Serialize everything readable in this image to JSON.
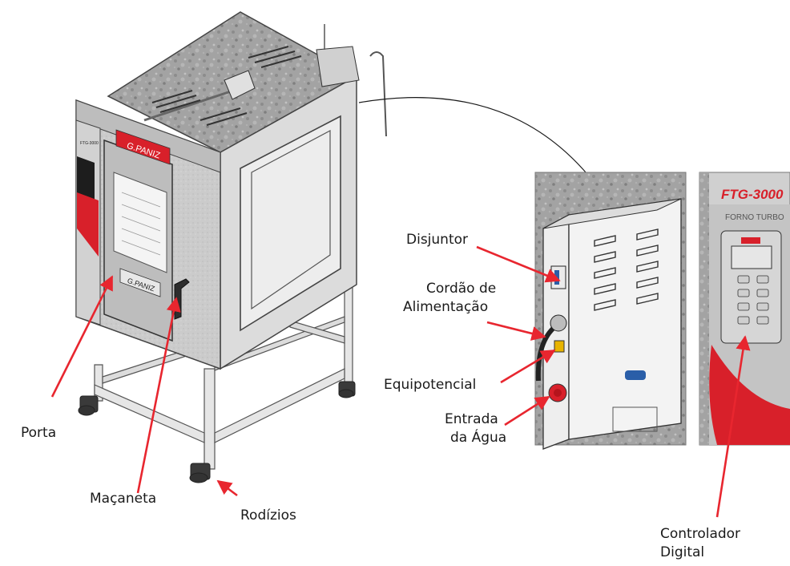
{
  "labels": {
    "porta": "Porta",
    "macaneta": "Maçaneta",
    "rodizios": "Rodízios",
    "disjuntor": "Disjuntor",
    "cordao_line1": "Cordão de",
    "cordao_line2": "Alimentação",
    "equipotencial": "Equipotencial",
    "entrada_line1": "Entrada",
    "entrada_line2": "da Água",
    "controlador_line1": "Controlador",
    "controlador_line2": "Digital"
  },
  "oven": {
    "brand_plate": "G.PANIZ",
    "door_plate": "G.PANIZ",
    "side_model": "FTG-3000"
  },
  "controller": {
    "model": "FTG-3000",
    "subtitle": "FORNO TURBO"
  },
  "colors": {
    "arrow": "#e8262f",
    "brand_red": "#d8202a",
    "steel": "#c9c9c9",
    "granite": "#9a9a9a"
  }
}
